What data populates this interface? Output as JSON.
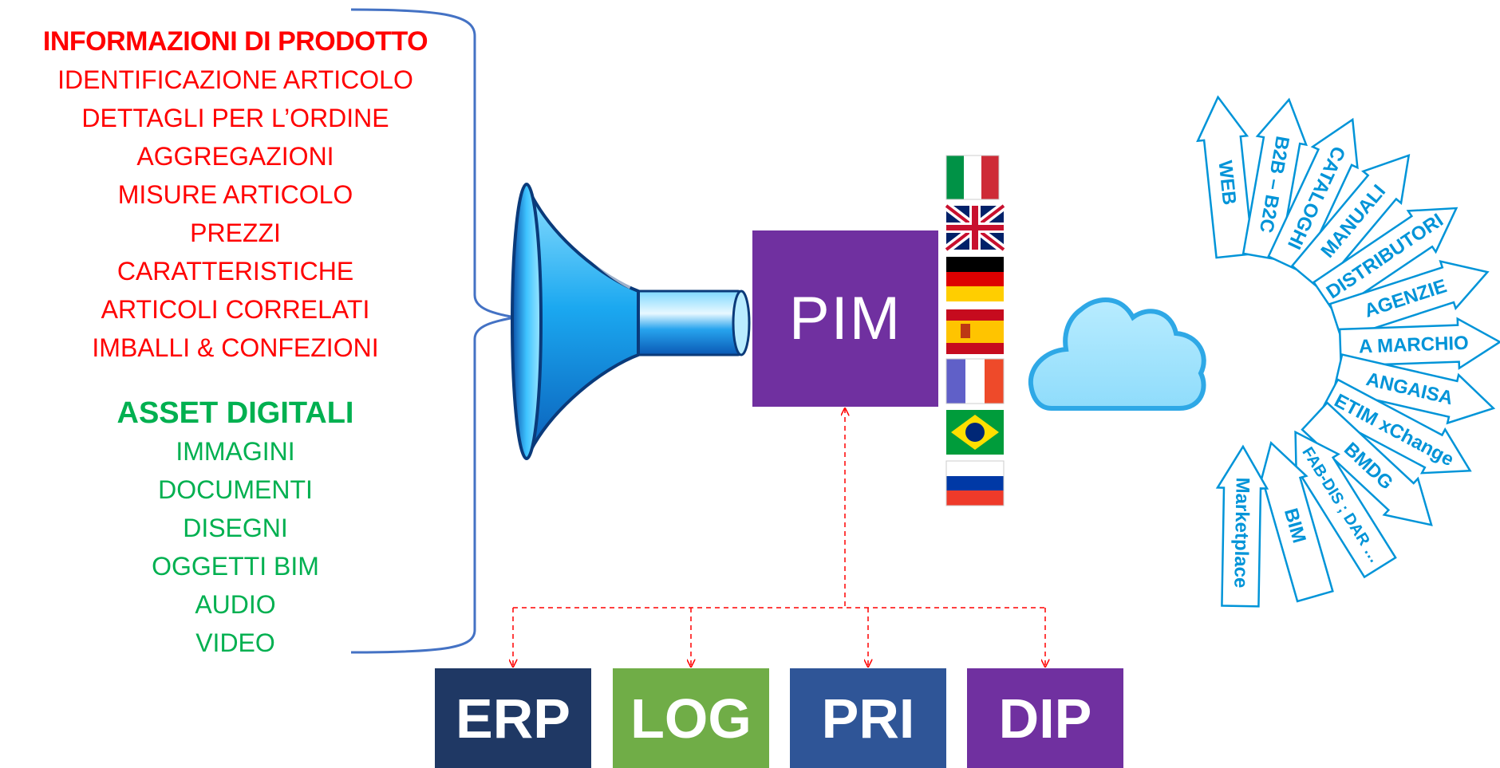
{
  "product_info": {
    "heading": "INFORMAZIONI DI PRODOTTO",
    "items": [
      "IDENTIFICAZIONE ARTICOLO",
      "DETTAGLI PER L’ORDINE",
      "AGGREGAZIONI",
      "MISURE ARTICOLO",
      "PREZZI",
      "CARATTERISTICHE",
      "ARTICOLI CORRELATI",
      "IMBALLI & CONFEZIONI"
    ]
  },
  "digital_assets": {
    "heading": "ASSET DIGITALI",
    "items": [
      "IMMAGINI",
      "DOCUMENTI",
      "DISEGNI",
      "OGGETTI BIM",
      "AUDIO",
      "VIDEO"
    ]
  },
  "center": {
    "label": "PIM"
  },
  "systems": [
    {
      "label": "ERP",
      "color": "#1f3864"
    },
    {
      "label": "LOG",
      "color": "#70ad47"
    },
    {
      "label": "PRI",
      "color": "#2f5597"
    },
    {
      "label": "DIP",
      "color": "#7030a0"
    }
  ],
  "languages": [
    "italian-flag-icon",
    "uk-flag-icon",
    "german-flag-icon",
    "spanish-flag-icon",
    "french-flag-icon",
    "brazilian-flag-icon",
    "russian-flag-icon"
  ],
  "channels": [
    "WEB",
    "B2B – B2C",
    "CATALOGHI",
    "MANUALI",
    "DISTRIBUTORI",
    "AGENZIE",
    "A MARCHIO",
    "ANGAISA",
    "ETIM xChange",
    "BMDG",
    "FAB-DIS ; DAR …",
    "BIM",
    "Marketplace"
  ],
  "colors": {
    "red_text": "#ff0000",
    "green_text": "#00b050",
    "channel_text": "#0094d8",
    "pim": "#7030a0",
    "bracket": "#4472c4",
    "dashed_connector": "#ff0000"
  }
}
